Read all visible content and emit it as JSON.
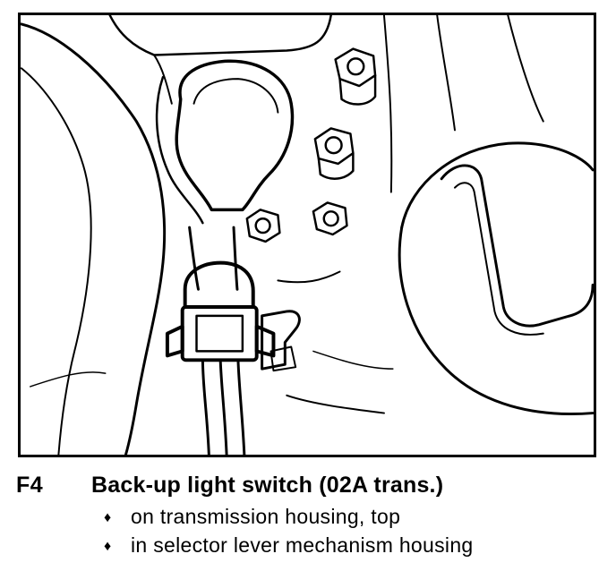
{
  "component": {
    "code": "F4",
    "title": "Back-up light switch (02A trans.)",
    "notes": [
      "on transmission housing, top",
      "in selector lever mechanism housing"
    ],
    "bullet_glyph": "♦"
  },
  "colors": {
    "ink": "#000000",
    "paper": "#ffffff"
  }
}
